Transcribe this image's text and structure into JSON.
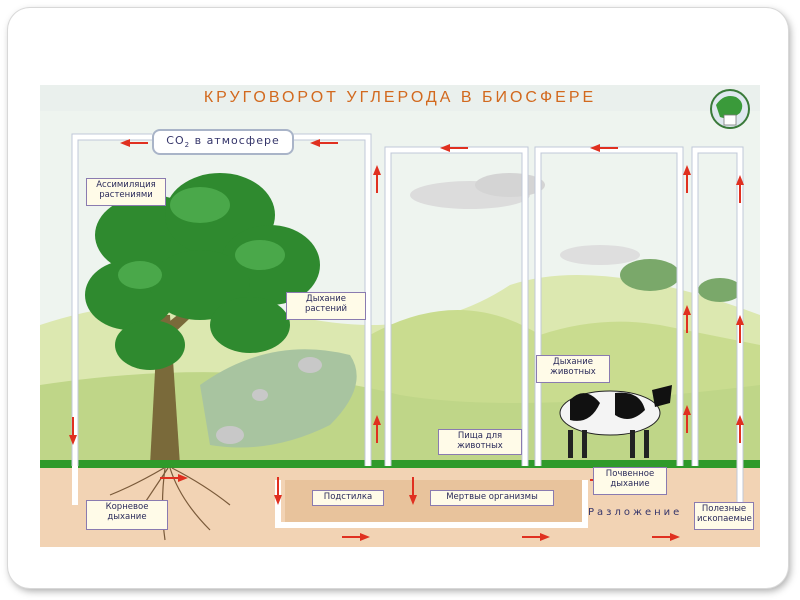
{
  "diagram": {
    "title": "КРУГОВОРОТ УГЛЕРОДА В БИОСФЕРЕ",
    "co2_label": {
      "prefix": "CO",
      "sub": "2",
      "suffix": " в атмосфере"
    },
    "labels": {
      "assimilation": "Ассимиляция растениями",
      "plant_respiration": "Дыхание растений",
      "animal_respiration": "Дыхание животных",
      "animal_food": "Пища для животных",
      "root_respiration": "Корневое дыхание",
      "litter": "Подстилка",
      "dead_organisms": "Мертвые организмы",
      "soil_respiration": "Почвенное дыхание",
      "minerals": "Полезные ископаемые",
      "decomposition": "Разложение"
    },
    "colors": {
      "arrow": "#e03020",
      "frame": "#a9b4c8",
      "grass": "#2f9a2a",
      "soil": "#f2d3b4",
      "hills": "#cfe09a",
      "tree": "#2f8a2f"
    }
  }
}
